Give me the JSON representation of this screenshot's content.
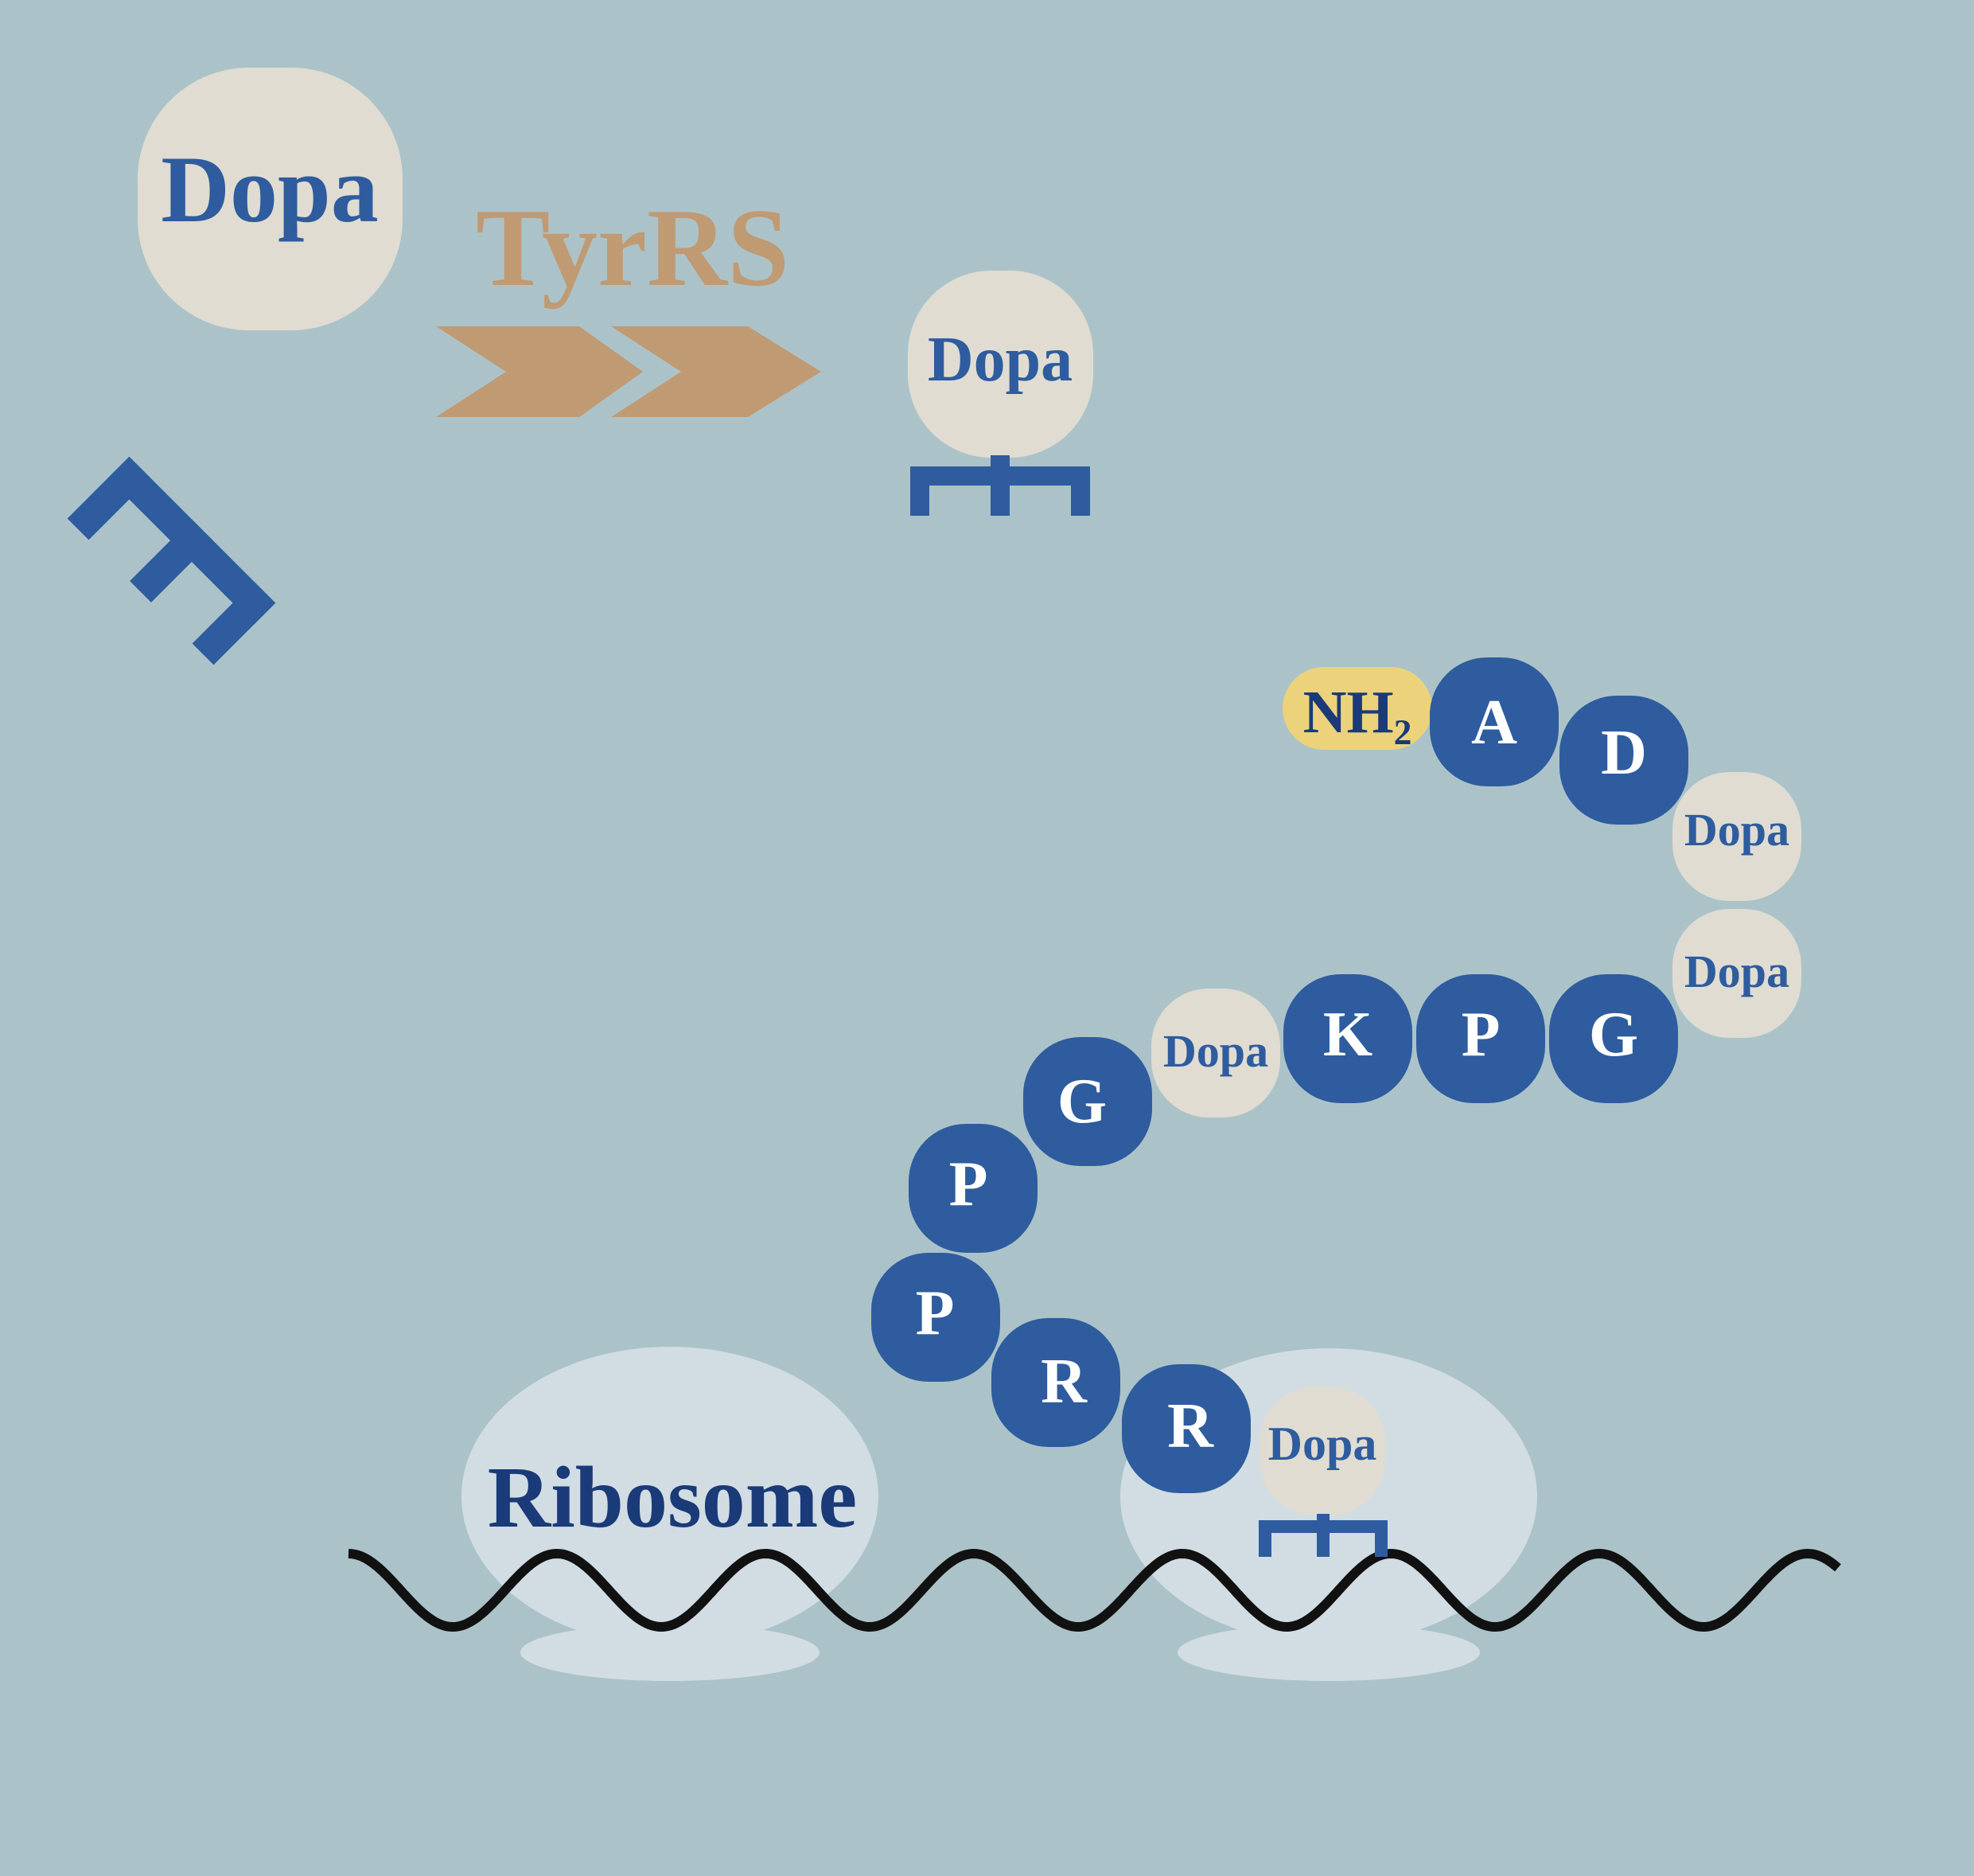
{
  "colors": {
    "background": "#abc3c8",
    "beige": "#e0dcd2",
    "blue": "#2e5c9e",
    "dark_blue": "#1a3a78",
    "tan": "#c09a73",
    "yellow": "#ecd27a",
    "ribosome": "#d1dde3",
    "mrna": "#111111",
    "white": "#ffffff"
  },
  "top": {
    "dopa_large_label": "Dopa",
    "enzyme_label": "TyrRS",
    "charged_dopa_label": "Dopa"
  },
  "peptide": {
    "n_terminus": "NH₂",
    "residues": [
      "A",
      "D",
      "Dopa",
      "Dopa",
      "G",
      "P",
      "K",
      "Dopa",
      "G",
      "P",
      "P",
      "R",
      "R"
    ]
  },
  "ribosome": {
    "label": "Ribosome",
    "site_dopa_label": "Dopa"
  },
  "icons": {
    "free_trna": "trna-icon",
    "charged_trna": "trna-icon",
    "arrow": "double-chevron-arrow-icon",
    "mrna": "wavy-mrna-strand"
  }
}
